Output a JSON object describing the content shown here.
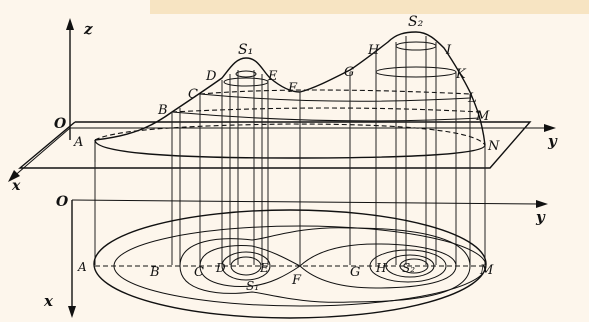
{
  "figure": {
    "header_strip_color": "#f3d9a6",
    "background_color": "#fdf6ec",
    "ink_color": "#111111"
  },
  "axes_3d": {
    "origin": "O",
    "z": "z",
    "y": "y",
    "x": "x"
  },
  "axes_plan": {
    "origin": "O",
    "y": "y",
    "x": "x"
  },
  "surface_labels": {
    "A": "A",
    "B": "B",
    "C": "C",
    "D": "D",
    "S1": "S₁",
    "E": "E",
    "F": "F",
    "G": "G",
    "H": "H",
    "S2": "S₂",
    "I": "I",
    "K": "K",
    "L": "L",
    "M": "M",
    "N": "N"
  },
  "plan_labels": {
    "A": "A",
    "B": "B",
    "C": "C",
    "D": "D",
    "E": "E",
    "F": "F",
    "S1": "S₁",
    "G": "G",
    "H": "H",
    "S2": "S₂",
    "M": "M"
  }
}
